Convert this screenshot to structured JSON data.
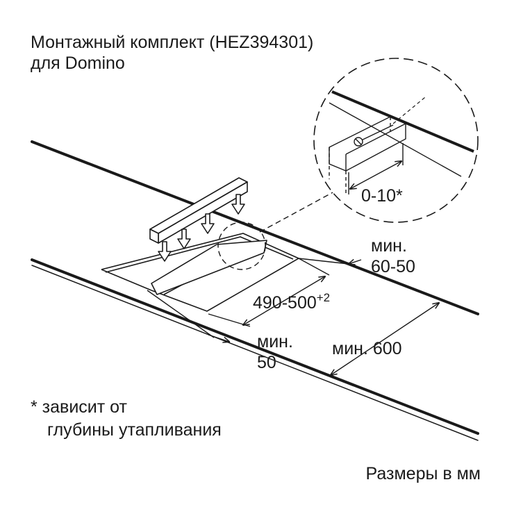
{
  "title": {
    "line1": "Монтажный комплект (HEZ394301)",
    "line2": "для Domino"
  },
  "labels": {
    "detail_gap": "0-10*",
    "right_min_word": "мин.",
    "right_min_value": "60-50",
    "cutout_depth": "490-500",
    "cutout_depth_tolerance": "+2",
    "front_min_word": "мин.",
    "front_min_value": "50",
    "worktop_depth": "мин. 600"
  },
  "footnote": {
    "line1": "* зависит от",
    "line2": "глубины утапливания"
  },
  "units_note": "Размеры в мм"
}
